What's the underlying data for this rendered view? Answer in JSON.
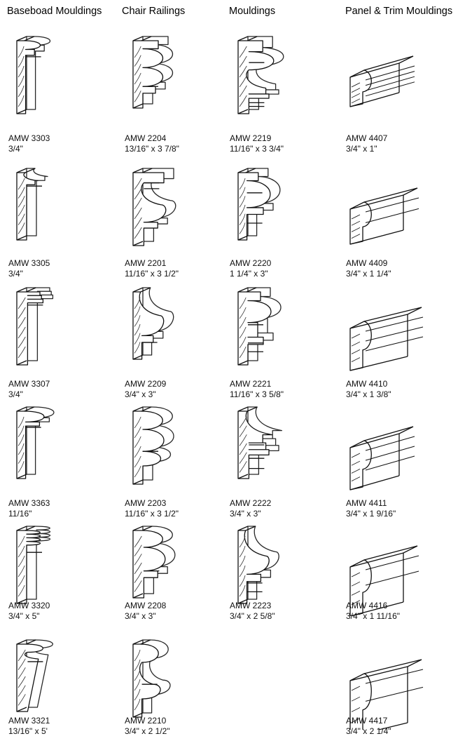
{
  "columns": [
    {
      "title": "Baseboad Mouldings",
      "items": [
        {
          "code": "AMW 3303",
          "size": "3/4\"",
          "profile": "baseboard-ogee-cap"
        },
        {
          "code": "AMW 3305",
          "size": "3/4\"",
          "profile": "baseboard-cove-cap"
        },
        {
          "code": "AMW 3307",
          "size": "3/4\"",
          "profile": "baseboard-stepped-cap"
        },
        {
          "code": "AMW 3363",
          "size": "11/16\"",
          "profile": "baseboard-bullnose-cap"
        },
        {
          "code": "AMW 3320",
          "size": "3/4\" x 5\"",
          "profile": "baseboard-reeded-cap"
        },
        {
          "code": "AMW 3321",
          "size": "13/16\" x 5'",
          "profile": "baseboard-tall-ogee"
        }
      ]
    },
    {
      "title": "Chair Railings",
      "items": [
        {
          "code": "AMW 2204",
          "size": "13/16\" x 3 7/8\"",
          "profile": "chair-rail-double-bead"
        },
        {
          "code": "AMW 2201",
          "size": "11/16\" x 3 1/2\"",
          "profile": "chair-rail-step-cove"
        },
        {
          "code": "AMW 2209",
          "size": "3/4\" x 3\"",
          "profile": "chair-rail-large-ogee"
        },
        {
          "code": "AMW 2203",
          "size": "11/16\" x 3 1/2\"",
          "profile": "chair-rail-triple-bead"
        },
        {
          "code": "AMW 2208",
          "size": "3/4\" x 3\"",
          "profile": "chair-rail-double-bead-small"
        },
        {
          "code": "AMW 2210",
          "size": "3/4\" x 2 1/2\"",
          "profile": "chair-rail-cove-bead"
        }
      ]
    },
    {
      "title": "Mouldings",
      "items": [
        {
          "code": "AMW 2219",
          "size": "11/16\" x 3 3/4\"",
          "profile": "moulding-bead-cove-fillets"
        },
        {
          "code": "AMW 2220",
          "size": "1 1/4\" x 3\"",
          "profile": "moulding-large-bead"
        },
        {
          "code": "AMW 2221",
          "size": "11/16\" x 3 5/8\"",
          "profile": "moulding-bead-flat-fillets"
        },
        {
          "code": "AMW 2222",
          "size": "3/4\" x 3\"",
          "profile": "moulding-ogee-fillets"
        },
        {
          "code": "AMW 2223",
          "size": "3/4\" x 2 5/8\"",
          "profile": "moulding-ogee-bead"
        }
      ]
    },
    {
      "title": "Panel & Trim Mouldings",
      "items": [
        {
          "code": "AMW 4407",
          "size": "3/4\" x 1\"",
          "profile": "panel-trim-stepped"
        },
        {
          "code": "AMW 4409",
          "size": "3/4\" x 1 1/4\"",
          "profile": "panel-trim-cove"
        },
        {
          "code": "AMW 4410",
          "size": "3/4\" x 1 3/8\"",
          "profile": "panel-trim-bead"
        },
        {
          "code": "AMW 4411",
          "size": "3/4\" x 1 9/16\"",
          "profile": "panel-trim-bead-step"
        },
        {
          "code": "AMW 4416",
          "size": "3/4\" x 1 11/16\"",
          "profile": "panel-trim-ogee"
        },
        {
          "code": "AMW 4417",
          "size": "3/4\" x 2 1/4\"",
          "profile": "panel-trim-cove-large"
        }
      ]
    }
  ]
}
